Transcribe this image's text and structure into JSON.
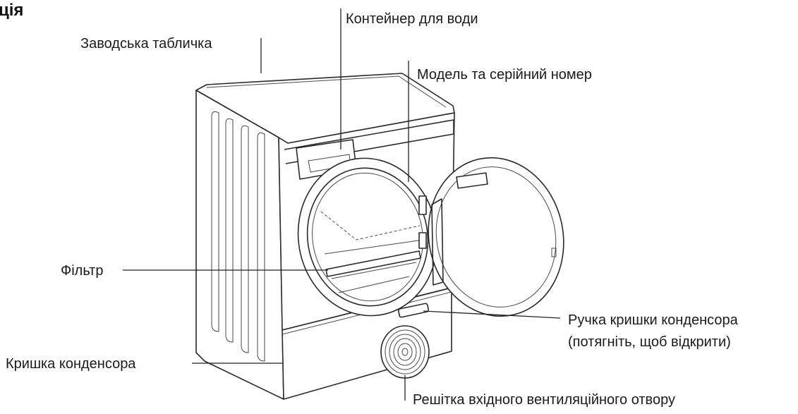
{
  "heading": "ція",
  "labels": {
    "rating_plate": "Заводська табличка",
    "water_container": "Контейнер для води",
    "model_serial": "Модель та серійний номер",
    "filter": "Фільтр",
    "condenser_cover": "Кришка конденсора",
    "condenser_handle_line1": "Ручка кришки конденсора",
    "condenser_handle_line2": "(потягніть, щоб відкрити)",
    "air_inlet_grille": "Решітка вхідного вентиляційного отвору"
  }
}
